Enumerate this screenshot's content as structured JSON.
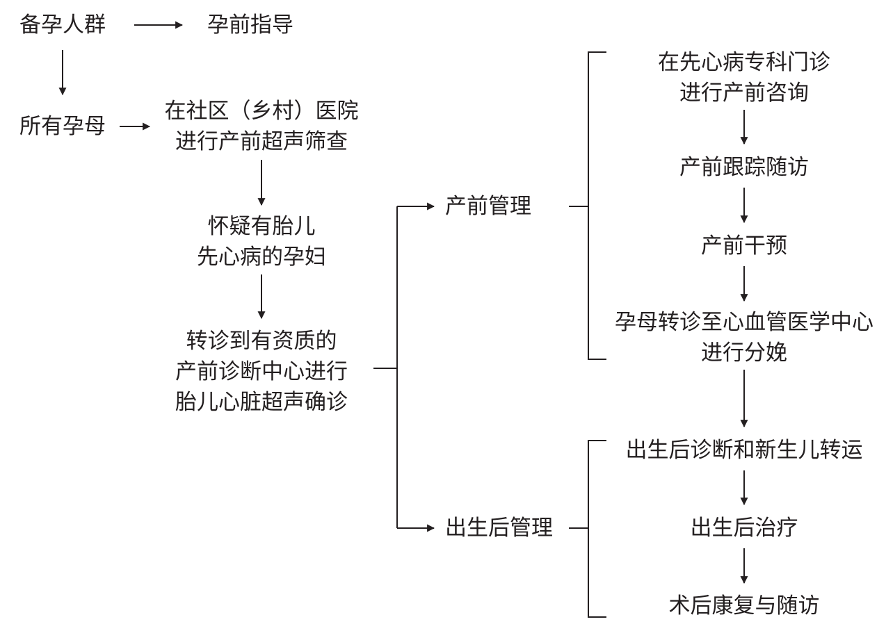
{
  "diagram": {
    "colors": {
      "ink": "#231f20",
      "background": "#ffffff"
    },
    "nodes": {
      "pre_pregnancy_group": {
        "lines": [
          "备孕人群"
        ]
      },
      "preconception_guidance": {
        "lines": [
          "孕前指导"
        ]
      },
      "all_pregnant_women": {
        "lines": [
          "所有孕母"
        ]
      },
      "community_screening": {
        "lines": [
          "在社区（乡村）医院",
          "进行产前超声筛查"
        ]
      },
      "suspected_chd": {
        "lines": [
          "怀疑有胎儿",
          "先心病的孕妇"
        ]
      },
      "referral_confirmation": {
        "lines": [
          "转诊到有资质的",
          "产前诊断中心进行",
          "胎儿心脏超声确诊"
        ]
      },
      "prenatal_management": {
        "lines": [
          "产前管理"
        ]
      },
      "postnatal_management": {
        "lines": [
          "出生后管理"
        ]
      },
      "specialist_consultation": {
        "lines": [
          "在先心病专科门诊",
          "进行产前咨询"
        ]
      },
      "prenatal_followup": {
        "lines": [
          "产前跟踪随访"
        ]
      },
      "prenatal_intervention": {
        "lines": [
          "产前干预"
        ]
      },
      "referral_delivery": {
        "lines": [
          "孕母转诊至心血管医学中心",
          "进行分娩"
        ]
      },
      "postnatal_diagnosis_transport": {
        "lines": [
          "出生后诊断和新生儿转运"
        ]
      },
      "postnatal_treatment": {
        "lines": [
          "出生后治疗"
        ]
      },
      "rehab_followup": {
        "lines": [
          "术后康复与随访"
        ]
      }
    }
  }
}
